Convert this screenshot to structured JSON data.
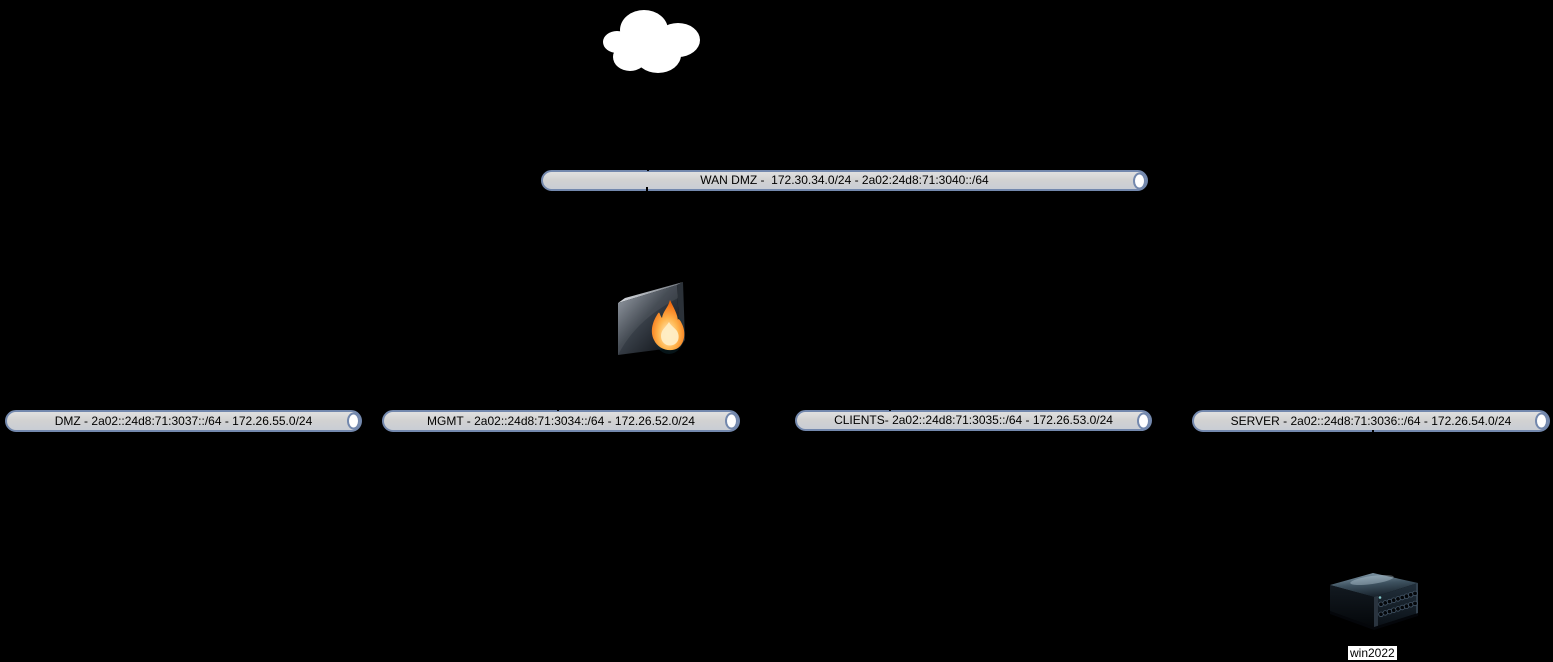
{
  "app": {
    "name": "network-topology-canvas",
    "background": "#000000"
  },
  "segments": [
    {
      "id": "wan-dmz",
      "label": "WAN DMZ -  172.30.34.0/24 - 2a02:24d8:71:3040::/64"
    },
    {
      "id": "dmz",
      "label": "DMZ - 2a02::24d8:71:3037::/64 - 172.26.55.0/24"
    },
    {
      "id": "mgmt",
      "label": "MGMT - 2a02::24d8:71:3034::/64 - 172.26.52.0/24"
    },
    {
      "id": "clients",
      "label": "CLIENTS- 2a02::24d8:71:3035::/64 - 172.26.53.0/24"
    },
    {
      "id": "server",
      "label": "SERVER - 2a02::24d8:71:3036::/64 - 172.26.54.0/24"
    }
  ],
  "nodes": {
    "cloud": {
      "icon": "cloud-icon"
    },
    "firewall": {
      "icon": "firewall-flame-icon"
    },
    "win2022": {
      "icon": "rack-server-icon",
      "label": "win2022"
    }
  },
  "colors": {
    "background": "#000000",
    "segment_border": "#7388ad",
    "segment_fill": "#d3d3d3",
    "segment_text": "#000000",
    "endcap_fill": "#ffffff",
    "cloud_fill": "#ffffff",
    "flame_orange": "#f2690d",
    "flame_core": "#fff3cf",
    "node_label_bg": "#ffffff",
    "node_label_text": "#000000"
  }
}
